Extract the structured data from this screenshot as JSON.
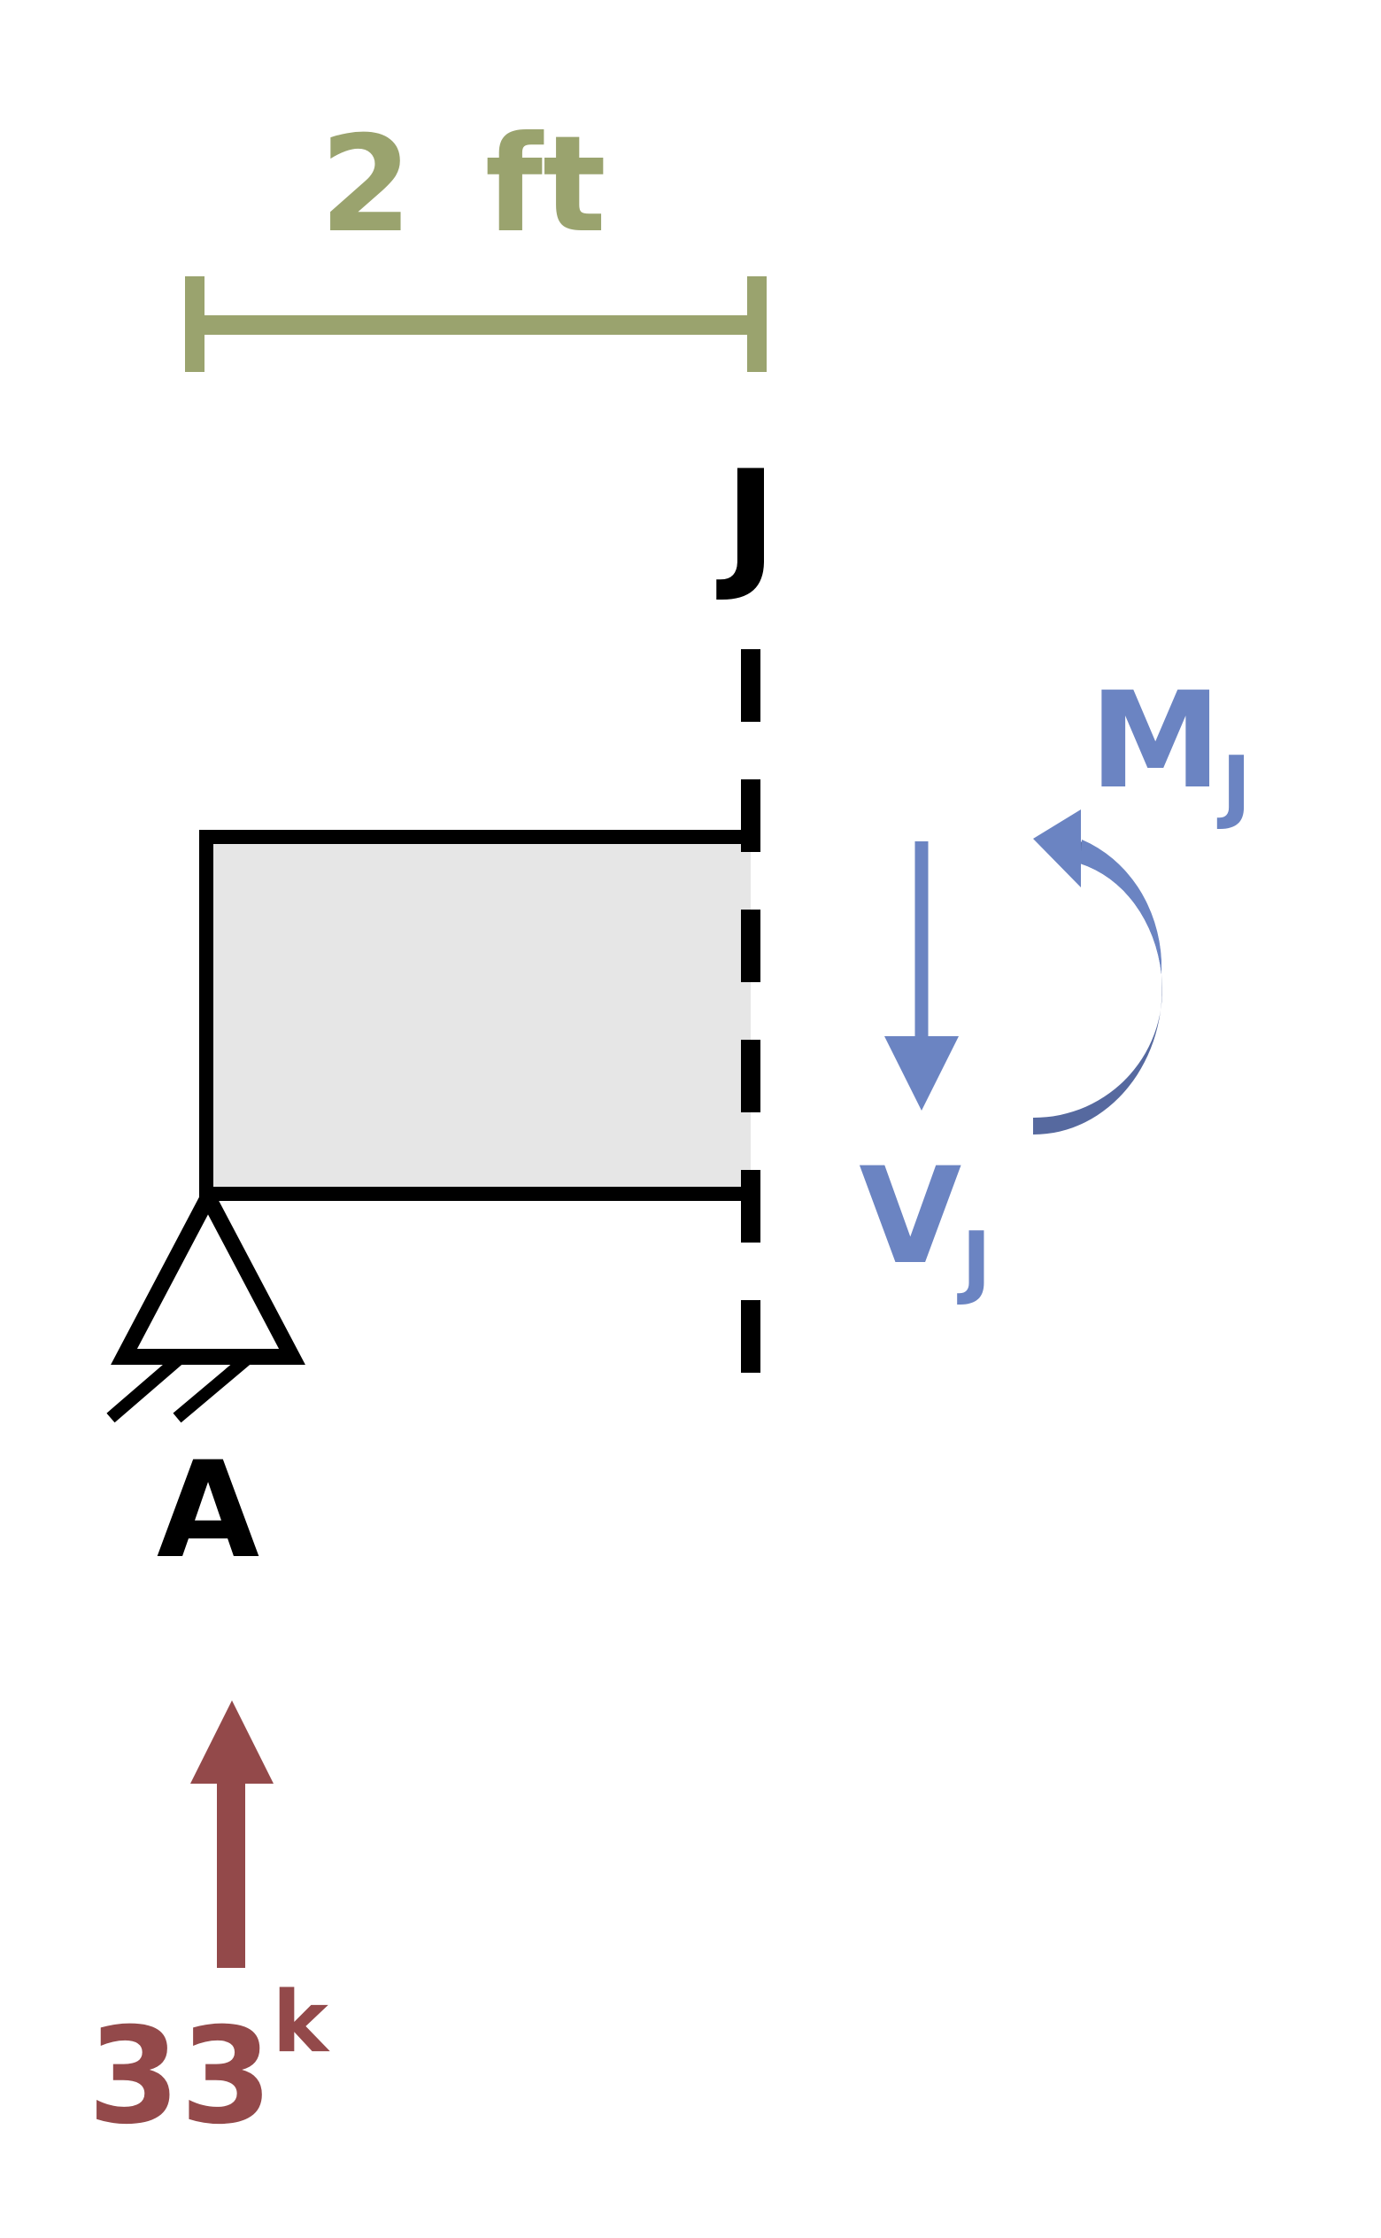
{
  "dimension": {
    "value": "2",
    "unit": "ft",
    "color": "#9aa36e"
  },
  "cut": {
    "label": "J"
  },
  "support": {
    "label": "A"
  },
  "moment": {
    "symbol": "M",
    "subscript": "J",
    "color": "#6b84c2",
    "shade_color": "#56699f"
  },
  "shear": {
    "symbol": "V",
    "subscript": "J",
    "color": "#6b84c2"
  },
  "reaction": {
    "value": "33",
    "unit": "k",
    "color": "#93494a"
  },
  "beam": {
    "fill_color": "#e6e6e6"
  }
}
